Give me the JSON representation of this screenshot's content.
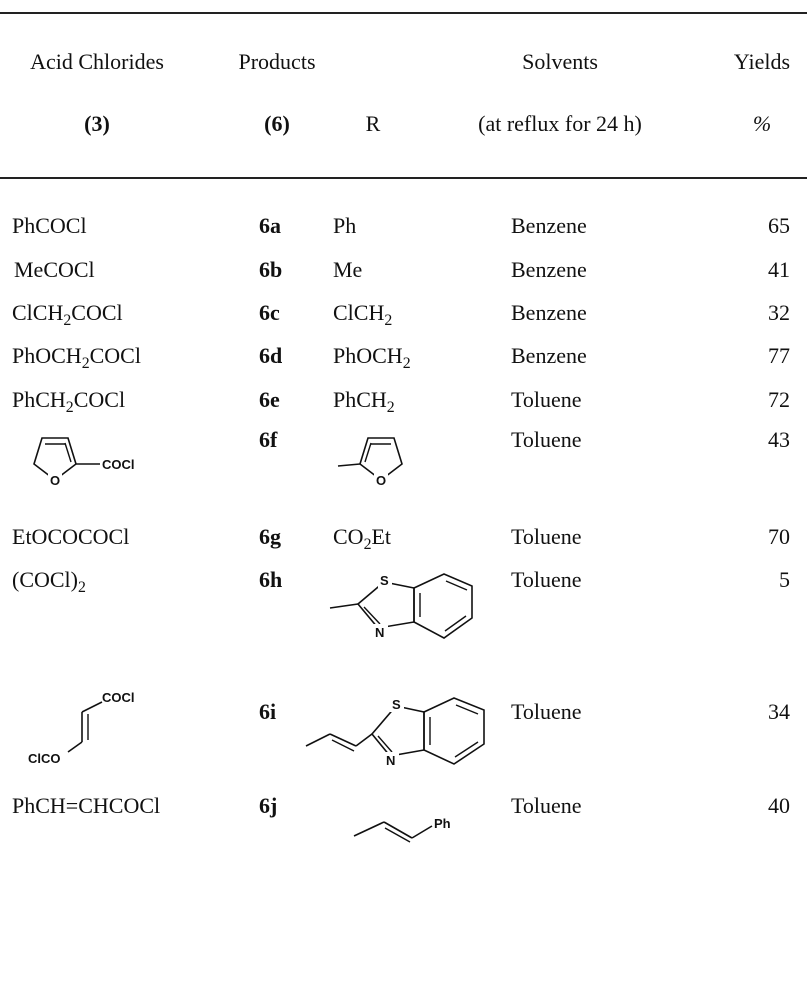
{
  "table": {
    "headers": {
      "acid_chlorides": "Acid Chlorides",
      "acid_chlorides_sub": "(3)",
      "products": "Products",
      "products_sub": "(6)",
      "r": "R",
      "solvents": "Solvents",
      "solvents_sub": "(at reflux for 24 h)",
      "yields": "Yields",
      "yields_sub": "%"
    },
    "rows": [
      {
        "acid": "PhCOCl",
        "product": "6a",
        "r": "Ph",
        "solvent": "Benzene",
        "yield": "65"
      },
      {
        "acid": "MeCOCl",
        "product": "6b",
        "r": "Me",
        "solvent": "Benzene",
        "yield": "41"
      },
      {
        "acid_pre": "ClCH",
        "acid_sub": "2",
        "acid_post": "COCl",
        "product": "6c",
        "r_pre": "ClCH",
        "r_sub": "2",
        "r_post": "",
        "solvent": "Benzene",
        "yield": "32"
      },
      {
        "acid_pre": "PhOCH",
        "acid_sub": "2",
        "acid_post": "COCl",
        "product": "6d",
        "r_pre": "PhOCH",
        "r_sub": "2",
        "r_post": "",
        "solvent": "Benzene",
        "yield": "77"
      },
      {
        "acid_pre": "PhCH",
        "acid_sub": "2",
        "acid_post": "COCl",
        "product": "6e",
        "r_pre": "PhCH",
        "r_sub": "2",
        "r_post": "",
        "solvent": "Toluene",
        "yield": "72"
      },
      {
        "acid_struct_label": "COCl",
        "acid_struct_o": "O",
        "product": "6f",
        "r_struct_o": "O",
        "solvent": "Toluene",
        "yield": "43"
      },
      {
        "acid": "EtOCOCOCl",
        "product": "6g",
        "r_pre": "CO",
        "r_sub": "2",
        "r_post": "Et",
        "solvent": "Toluene",
        "yield": "70"
      },
      {
        "acid_pre": "(COCl)",
        "acid_sub": "2",
        "acid_post": "",
        "product": "6h",
        "r_struct_s": "S",
        "r_struct_n": "N",
        "solvent": "Toluene",
        "yield": "5"
      },
      {
        "acid_struct_top": "COCl",
        "acid_struct_bottom": "ClCO",
        "product": "6i",
        "r_struct_s": "S",
        "r_struct_n": "N",
        "solvent": "Toluene",
        "yield": "34"
      },
      {
        "acid": "PhCH=CHCOCl",
        "product": "6j",
        "r_struct_ph": "Ph",
        "solvent": "Toluene",
        "yield": "40"
      }
    ]
  }
}
